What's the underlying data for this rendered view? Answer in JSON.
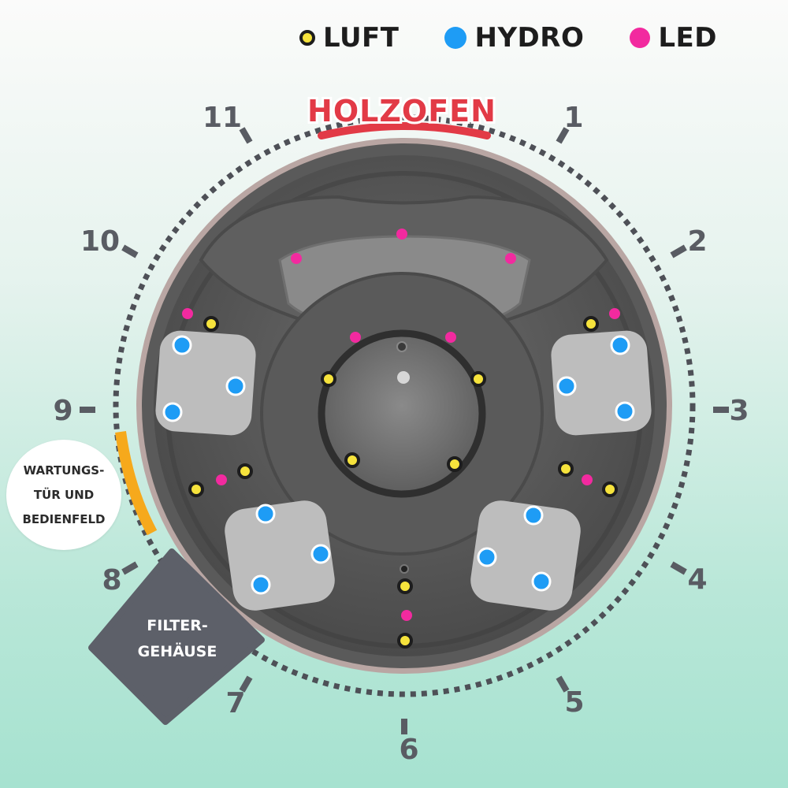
{
  "legend": [
    {
      "label": "LUFT",
      "color": "#f6e33c",
      "icon": "air-jet-dot-icon"
    },
    {
      "label": "HYDRO",
      "color": "#1e9cf5",
      "icon": "hydro-jet-dot-icon"
    },
    {
      "label": "LED",
      "color": "#f22a9f",
      "icon": "led-dot-icon"
    }
  ],
  "labels": {
    "stove": "HOLZOFEN",
    "service": "WARTUNGS-\nTÜR UND\nBEDIENFELD",
    "filter": "FILTER-\nGEHÄUSE"
  },
  "clock": [
    "1",
    "2",
    "3",
    "4",
    "5",
    "6",
    "7",
    "8",
    "9",
    "10",
    "11"
  ],
  "colors": {
    "luft": "#f6e33c",
    "hydro": "#1e9cf5",
    "led": "#f22a9f",
    "stove": "#e23a46",
    "service_bar": "#f6a91c",
    "filter_box": "#5d6069",
    "text_dark": "#595c63"
  }
}
